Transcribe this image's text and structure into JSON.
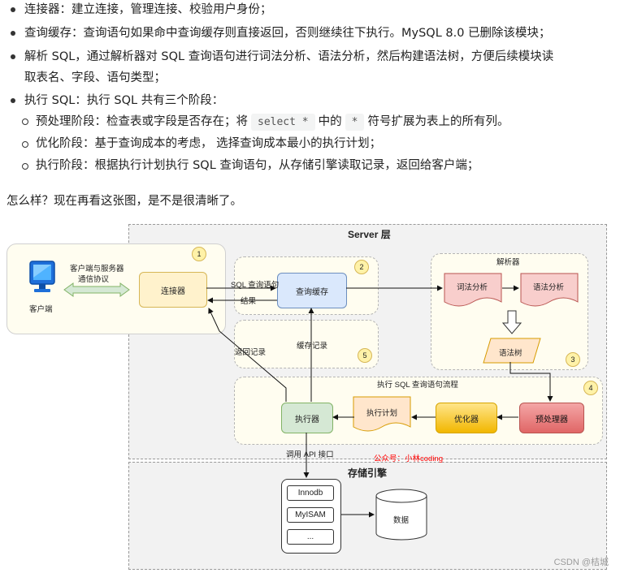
{
  "bullets": {
    "connector": "连接器：建立连接，管理连接、校验用户身份；",
    "cache": "查询缓存：查询语句如果命中查询缓存则直接返回，否则继续往下执行。MySQL 8.0 已删除该模块；",
    "parse_line1": "解析 SQL，通过解析器对 SQL 查询语句进行词法分析、语法分析，然后构建语法树，方便后续模块读",
    "parse_line2": "取表名、字段、语句类型；",
    "execute": "执行 SQL：执行 SQL 共有三个阶段：",
    "sub_prepare_a": "预处理阶段：检查表或字段是否存在；将",
    "sub_prepare_code1": "select *",
    "sub_prepare_b": "中的",
    "sub_prepare_code2": "*",
    "sub_prepare_c": "符号扩展为表上的所有列。",
    "sub_optimize": "优化阶段：基于查询成本的考虑， 选择查询成本最小的执行计划；",
    "sub_execute": "执行阶段：根据执行计划执行 SQL 查询语句，从存储引擎读取记录，返回给客户端；"
  },
  "paragraph": "怎么样？现在再看这张图，是不是很清晰了。",
  "diagram": {
    "server_title": "Server 层",
    "storage_title": "存储引擎",
    "client_label": "客户端",
    "protocol_line1": "客户端与服务器",
    "protocol_line2": "通信协议",
    "connector": "连接器",
    "query_cache": "查询缓存",
    "sql_query_label": "SQL 查询语句",
    "result_label": "结果",
    "cache_record": "缓存记录",
    "return_record": "返回记录",
    "parser_title": "解析器",
    "lexical": "词法分析",
    "syntax": "语法分析",
    "syntax_tree": "语法树",
    "exec_flow_title": "执行 SQL 查询语句流程",
    "preprocessor": "预处理器",
    "optimizer": "优化器",
    "exec_plan": "执行计划",
    "executor": "执行器",
    "api_label": "调用 API 接口",
    "watermark": "公众号：小林coding",
    "engines": [
      "Innodb",
      "MyISAM",
      "..."
    ],
    "data_label": "数据",
    "numbers": [
      "1",
      "2",
      "3",
      "4",
      "5"
    ]
  },
  "footer_credit": "CSDN @桔城",
  "colors": {
    "connector": "#fff2cc",
    "cache": "#dae8fc",
    "parser_doc": "#f8cecc",
    "tree": "#ffe6cc",
    "executor": "#d5e8d4",
    "optimizer": "#ffd966",
    "preprocessor": "#e06666",
    "watermark": "#ff0000"
  }
}
